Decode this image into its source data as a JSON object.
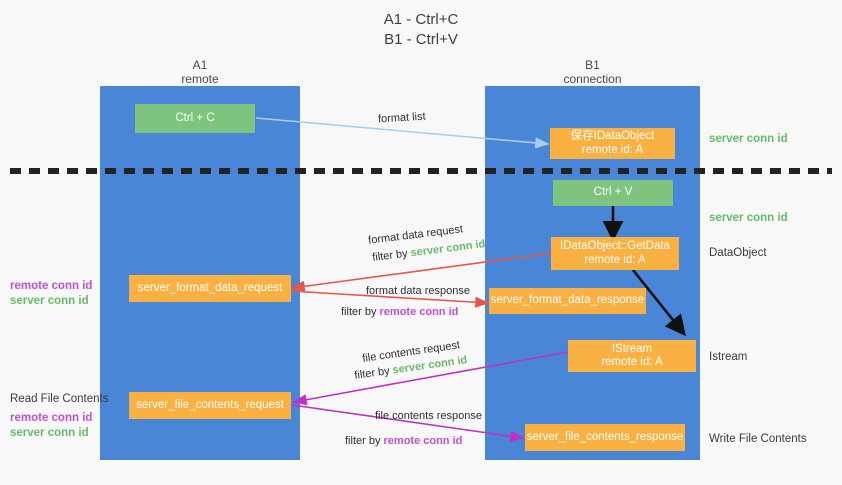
{
  "title": "A1 - Ctrl+C\nB1 - Ctrl+V",
  "colors": {
    "lane_blue": "#4a86d8",
    "box_green": "#7fc47e",
    "box_orange": "#fbb042",
    "text_green": "#66bb6a",
    "text_purple": "#c04fd4",
    "arrow_blue": "#a8cdef",
    "arrow_red": "#e8564a",
    "arrow_magenta": "#c12fc4",
    "arrow_black": "#000000",
    "background": "#f8f8f8"
  },
  "lanes": [
    {
      "id": "a1",
      "title": "A1\nremote"
    },
    {
      "id": "b1",
      "title": "B1\nconnection"
    }
  ],
  "boxes": {
    "ctrl_c": "Ctrl + C",
    "ctrl_v": "Ctrl + V",
    "save_idataobject": "保存IDataObject\nremote id: A",
    "idataobject_getdata": "IDataObject::GetData\nremote id: A",
    "istream": "IStream\nremote id: A",
    "server_format_data_request": "server_format_data_request",
    "server_format_data_response": "server_format_data_response",
    "server_file_contents_request": "server_file_contents_request",
    "server_file_contents_response": "server_file_contents_response"
  },
  "right_notes": {
    "server_conn_id_1": "server conn id",
    "server_conn_id_2": "server conn id",
    "dataobject": "DataObject",
    "istream": "Istream",
    "write_file_contents": "Write File Contents"
  },
  "left_notes": {
    "conn_ids_1": {
      "remote": "remote conn id",
      "server": "server conn id"
    },
    "read_file_contents": "Read File Contents",
    "conn_ids_2": {
      "remote": "remote conn id",
      "server": "server conn id"
    }
  },
  "edge_labels": {
    "format_list": "format list",
    "format_data_request": "format data request",
    "format_data_request_filter_prefix": "filter by ",
    "format_data_request_filter_value": "server conn id",
    "format_data_response": "format data response",
    "format_data_response_filter_prefix": "filter by ",
    "format_data_response_filter_value": "remote conn id",
    "file_contents_request": "file contents request",
    "file_contents_request_filter_prefix": "filter by ",
    "file_contents_request_filter_value": "server conn id",
    "file_contents_response": "file contents response",
    "file_contents_response_filter_prefix": "filter by ",
    "file_contents_response_filter_value": "remote conn id"
  }
}
